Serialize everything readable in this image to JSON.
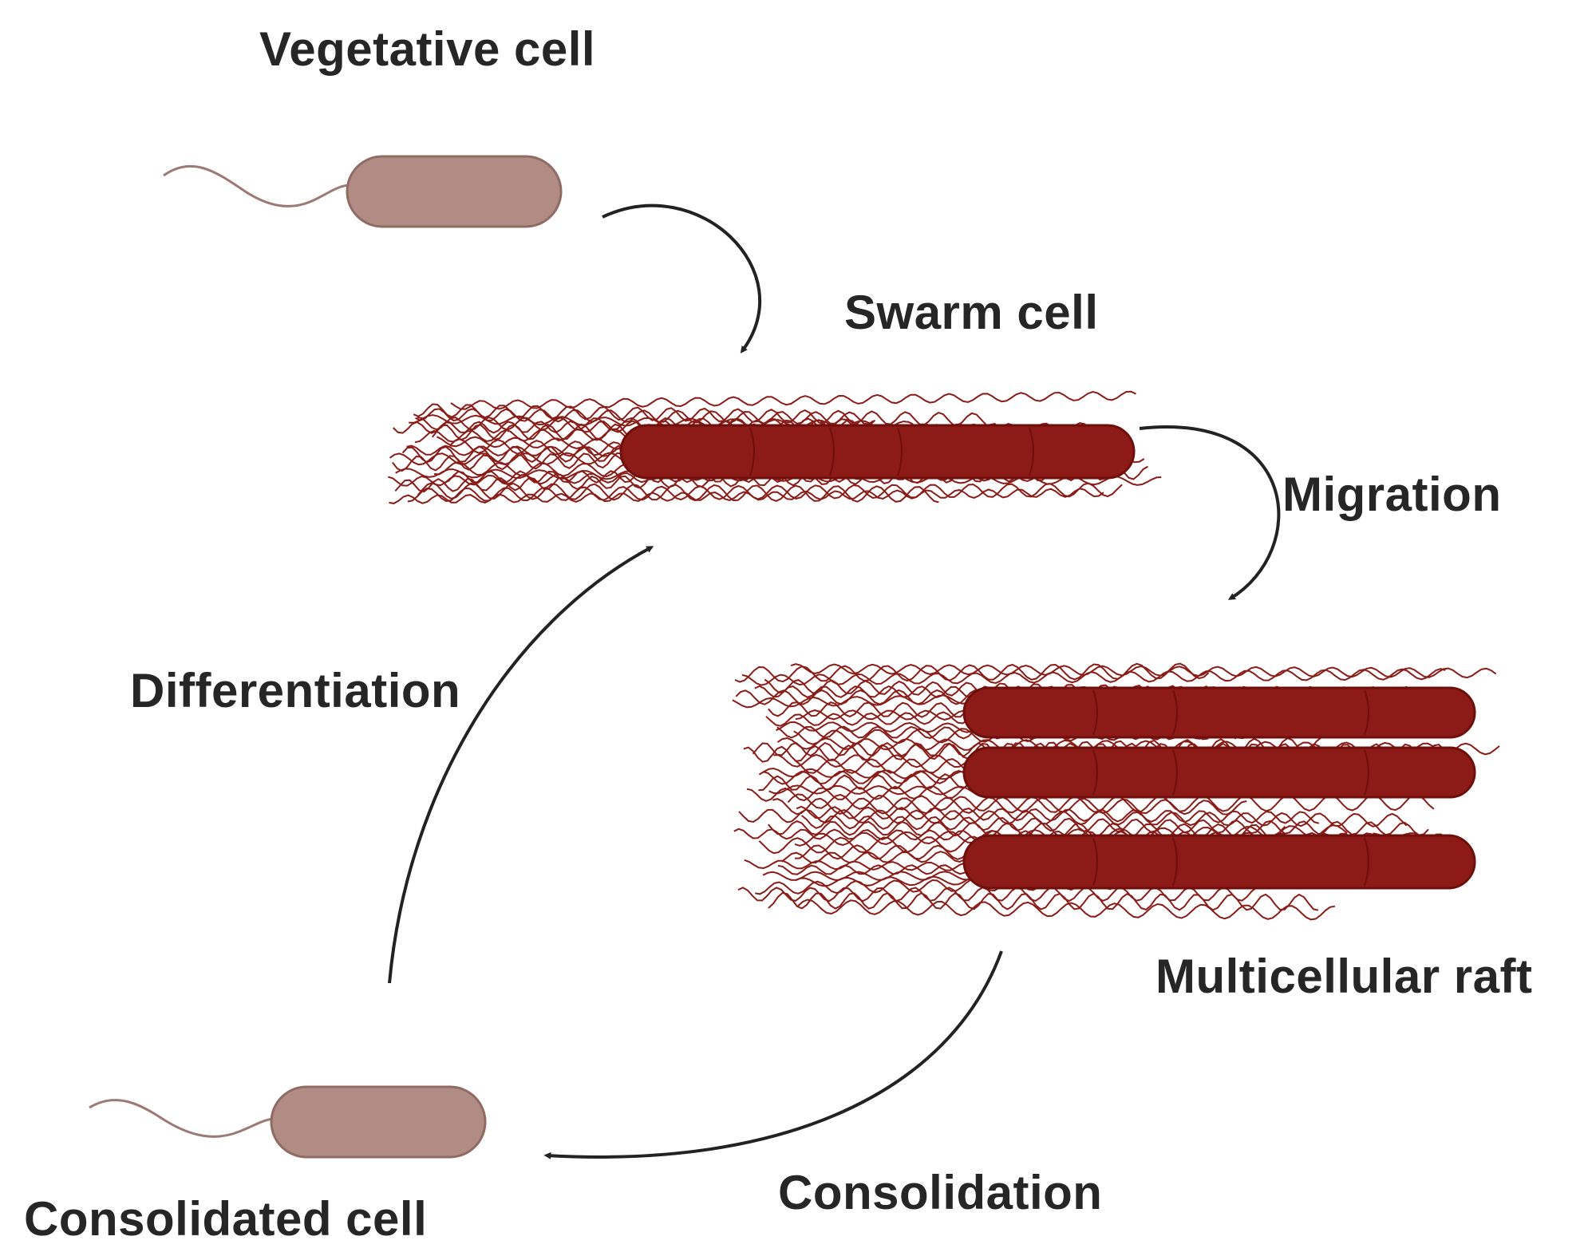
{
  "labels": {
    "vegetative_cell": "Vegetative cell",
    "swarm_cell": "Swarm cell",
    "migration": "Migration",
    "differentiation": "Differentiation",
    "multicellular_raft": "Multicellular raft",
    "consolidation": "Consolidation",
    "consolidated_cell": "Consolidated cell"
  },
  "colors": {
    "vegetative_body": "#b08c84",
    "vegetative_outline": "#8f6b63",
    "swarm_body": "#8c1a16",
    "swarm_outline": "#6e0f0c",
    "flagella": "#8a1c18",
    "arrow": "#222222",
    "text": "#262626"
  }
}
